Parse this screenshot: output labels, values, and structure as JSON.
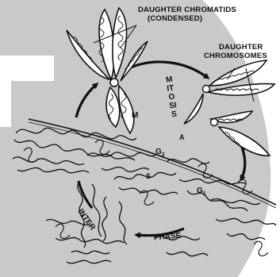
{
  "labels": {
    "daughter_chromatids_line1": "DAUGHTER CHROMATIDS",
    "daughter_chromatids_line2": "(CONDENSED)",
    "daughter_chromosomes_line1": "DAUGHTER",
    "daughter_chromosomes_line2": "CHROMOSOMES",
    "mitosis": "MITOSIS",
    "m": "M",
    "a": "A",
    "g2_letter": "G",
    "g2_sub": "2",
    "g1_letter": "G",
    "g1_sub": "1",
    "s": "S",
    "inter": "INTER",
    "phase": "PHASE"
  },
  "colors": {
    "background_band": "#c9c9c9",
    "ink": "#111111",
    "paper": "#ffffff"
  }
}
